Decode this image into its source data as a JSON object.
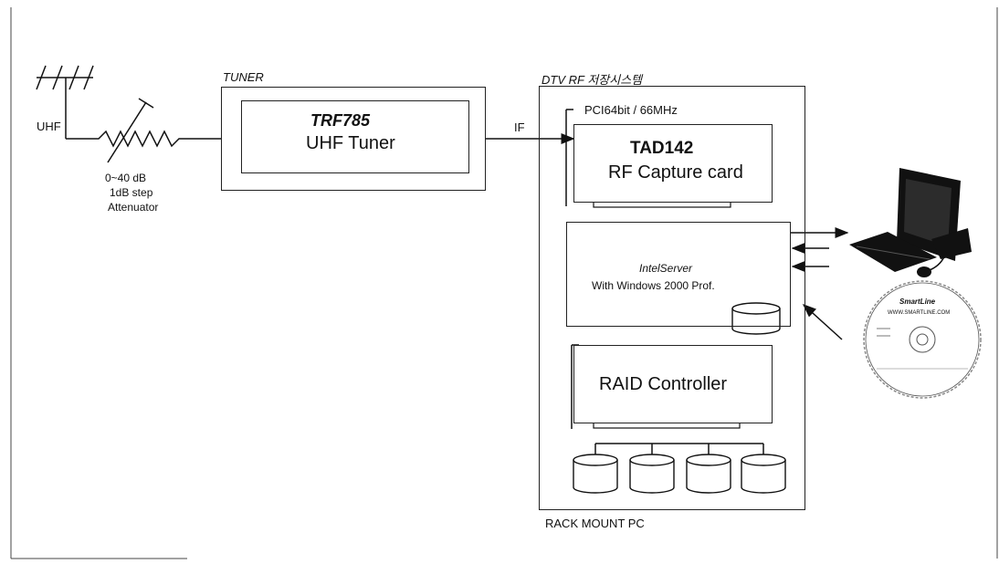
{
  "labels": {
    "uhf": "UHF",
    "attenuator_range": "0~40  dB",
    "attenuator_step": "1dB  step",
    "attenuator_name": "Attenuator",
    "tuner_group": "TUNER",
    "tuner_model": "TRF785",
    "tuner_desc": "UHF  Tuner",
    "if_signal": "IF",
    "system_group": "DTV  RF 저장시스템",
    "bus_spec": "PCI64bit  /  66MHz",
    "capture_model": "TAD142",
    "capture_desc": "RF  Capture  card",
    "server_name": "IntelServer",
    "server_os": "With  Windows  2000  Prof.",
    "raid": "RAID  Controller",
    "rack": "RACK  MOUNT  PC"
  },
  "cd_label": {
    "brand": "SmartLine",
    "url": "WWW.SMARTLINE.COM"
  }
}
